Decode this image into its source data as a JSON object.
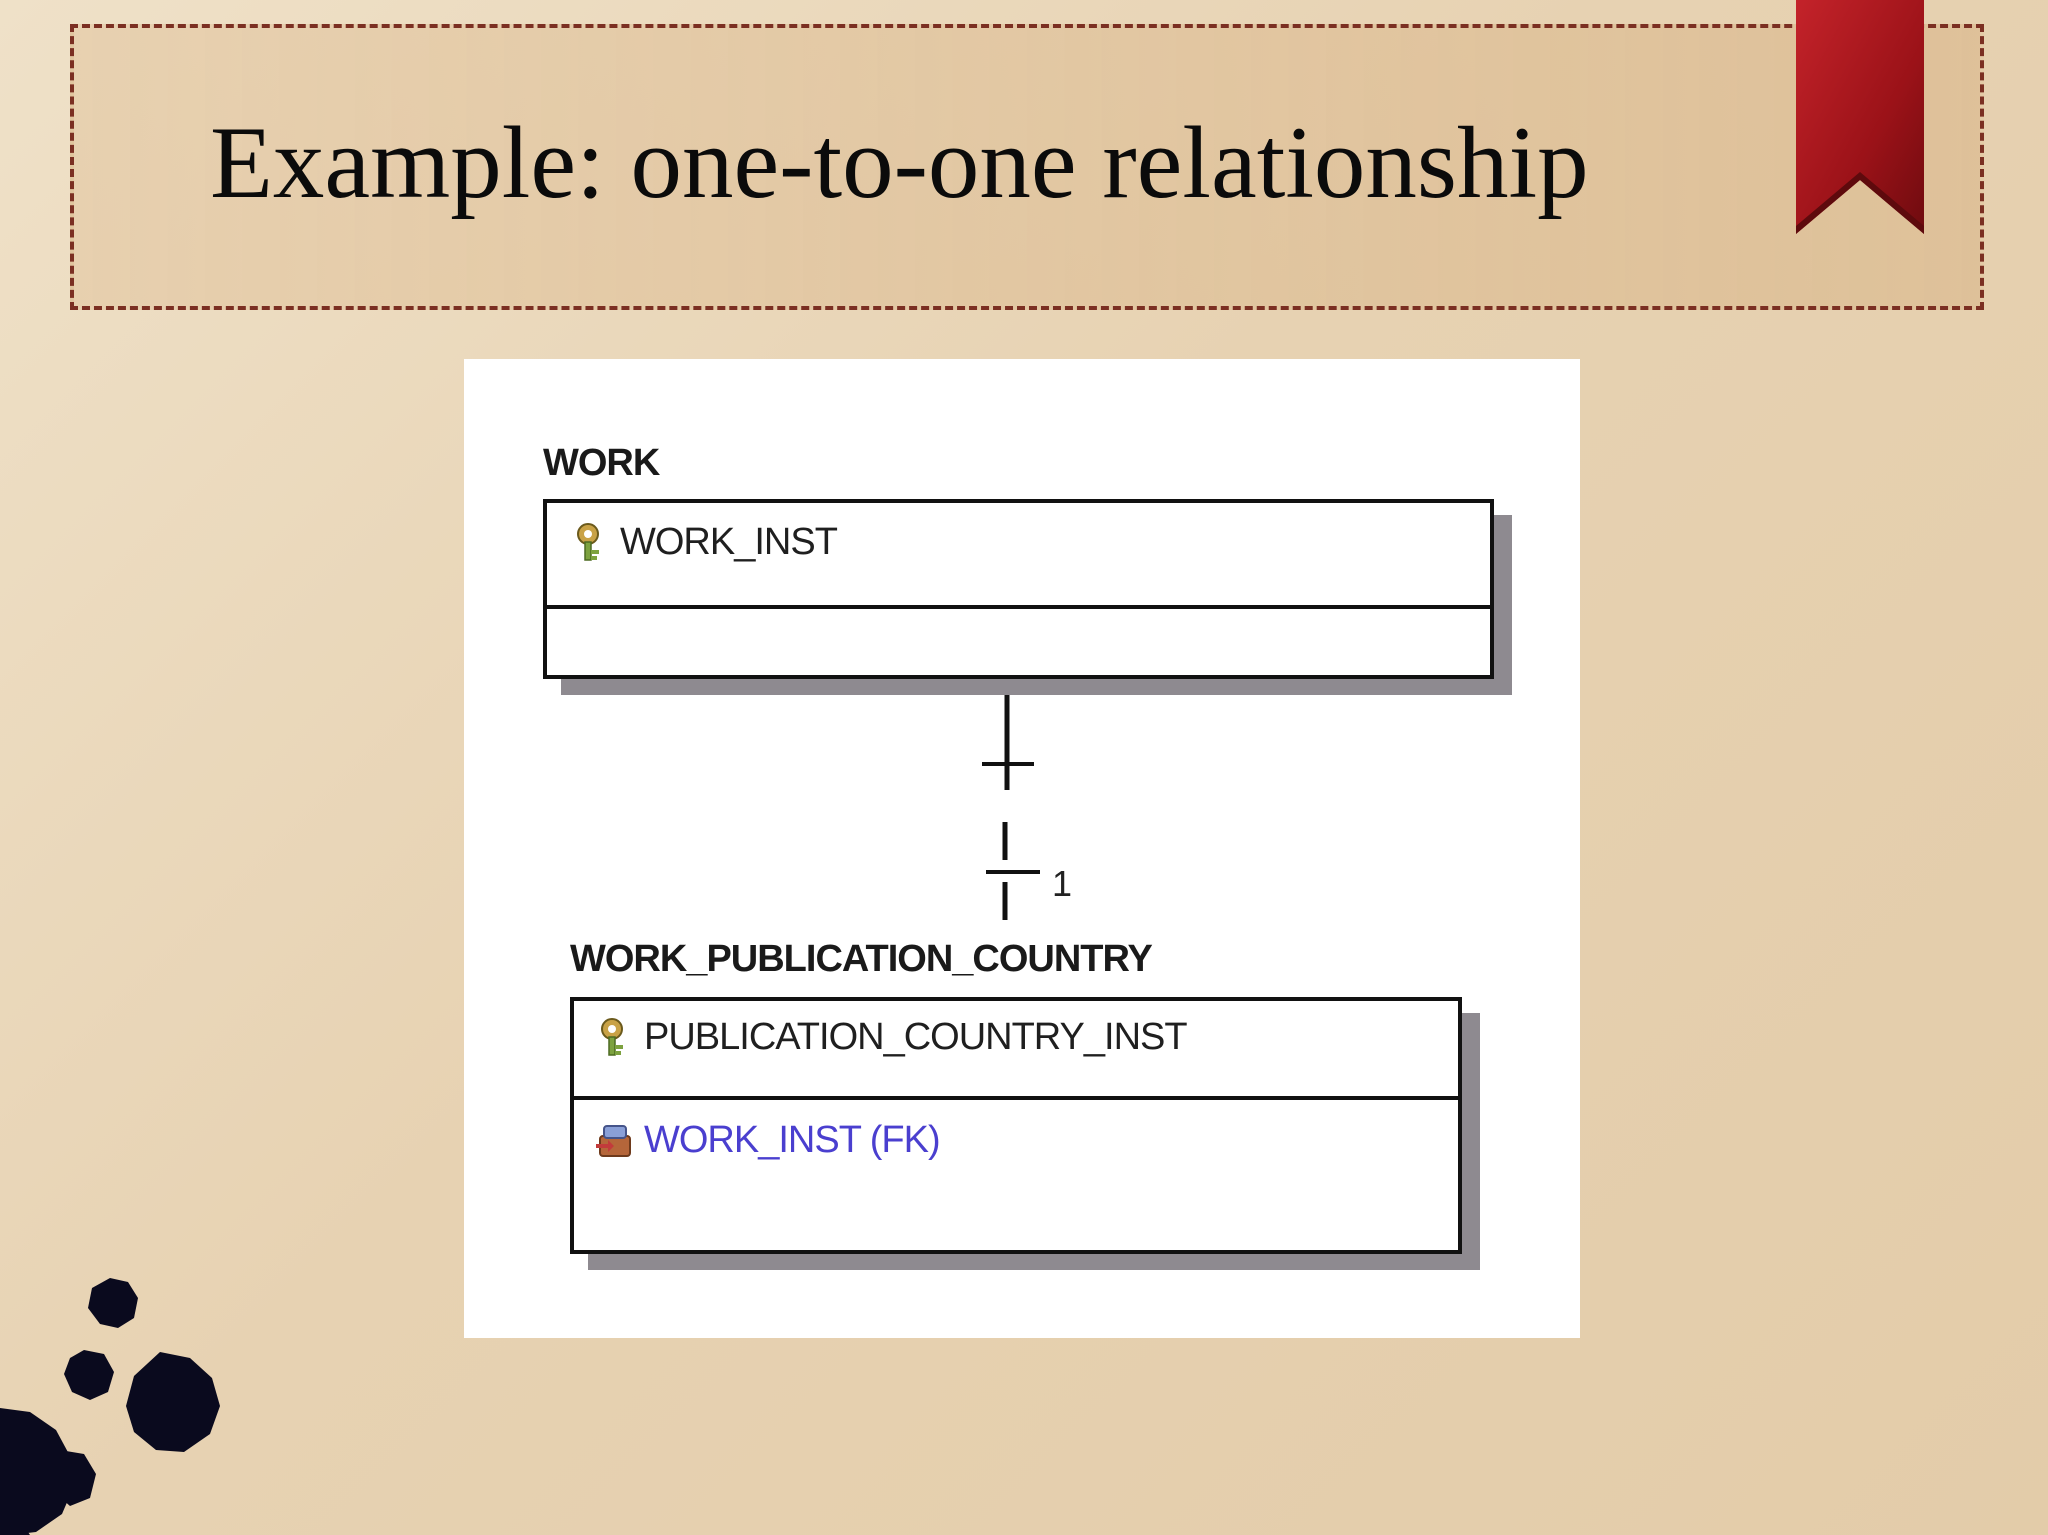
{
  "slide": {
    "title": "Example: one-to-one relationship"
  },
  "diagram": {
    "entities": [
      {
        "name": "WORK",
        "primary_key": "WORK_INST",
        "attributes": []
      },
      {
        "name": "WORK_PUBLICATION_COUNTRY",
        "primary_key": "PUBLICATION_COUNTRY_INST",
        "attributes": [
          "WORK_INST (FK)"
        ]
      }
    ],
    "relationship": {
      "cardinality_label": "1"
    }
  },
  "icons": {
    "primary_key": "key-icon",
    "foreign_key": "foreign-key-icon",
    "bookmark": "bookmark-ribbon",
    "decoration": "ink-blot-decoration"
  },
  "colors": {
    "background": "#e7d2b2",
    "frame_border": "#7b2f22",
    "bookmark": "#a1151b",
    "foreign_key_text": "#4a3fcf",
    "ink": "#0a0a1e"
  }
}
